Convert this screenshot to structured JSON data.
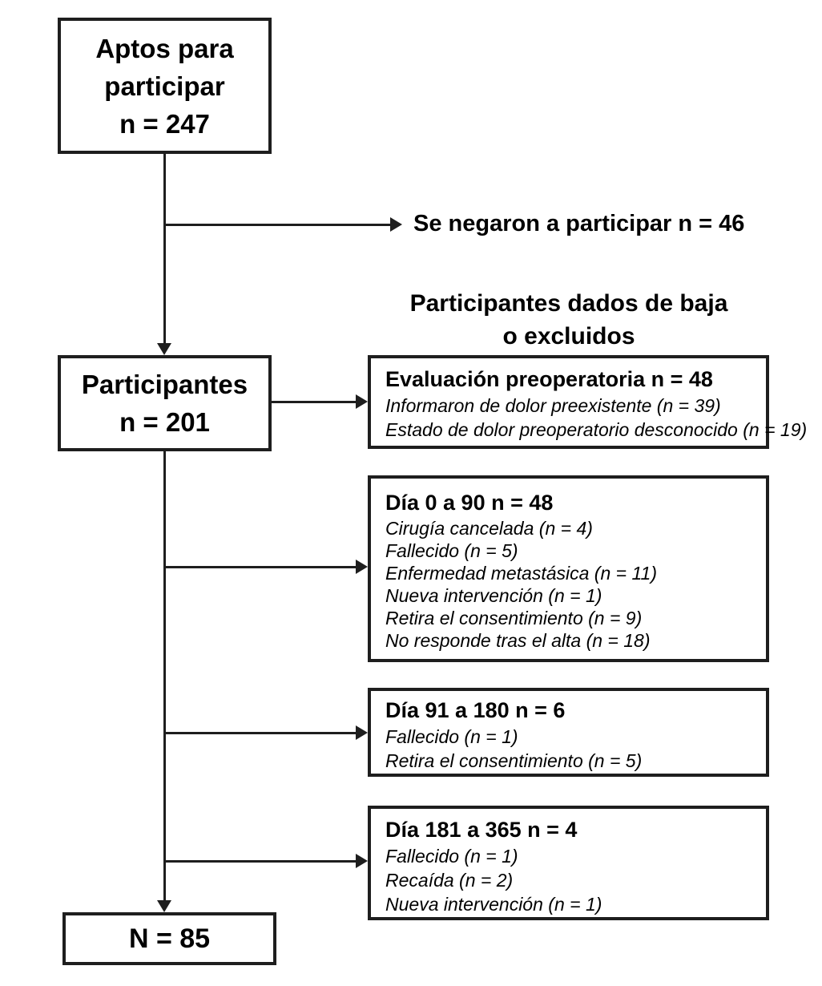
{
  "flow": {
    "eligible": {
      "line1": "Aptos para",
      "line2": "participar",
      "line3": "n = 247"
    },
    "refused": {
      "label": "Se negaron a participar n = 46"
    },
    "withdrawn_header": {
      "line1": "Participantes dados de baja",
      "line2": "o excluidos"
    },
    "participants": {
      "line1": "Participantes",
      "line2": "n = 201"
    },
    "exclusion_boxes": [
      {
        "title": "Evaluación preoperatoria n = 48",
        "items": [
          "Informaron de dolor preexistente (n = 39)",
          "Estado de dolor preoperatorio desconocido (n = 19)"
        ]
      },
      {
        "title": "Día 0 a 90 n = 48",
        "items": [
          "Cirugía cancelada (n = 4)",
          "Fallecido (n = 5)",
          "Enfermedad metastásica (n = 11)",
          "Nueva intervención (n = 1)",
          "Retira el consentimiento (n = 9)",
          "No responde tras el alta (n = 18)"
        ]
      },
      {
        "title": "Día 91 a 180 n = 6",
        "items": [
          "Fallecido (n = 1)",
          "Retira el consentimiento (n = 5)"
        ]
      },
      {
        "title": "Día 181 a 365 n = 4",
        "items": [
          "Fallecido (n = 1)",
          "Recaída (n = 2)",
          "Nueva intervención (n = 1)"
        ]
      }
    ],
    "final": {
      "label": "N = 85"
    },
    "colors": {
      "border": "#1e1e1e",
      "text": "#000000",
      "background": "#ffffff"
    }
  }
}
